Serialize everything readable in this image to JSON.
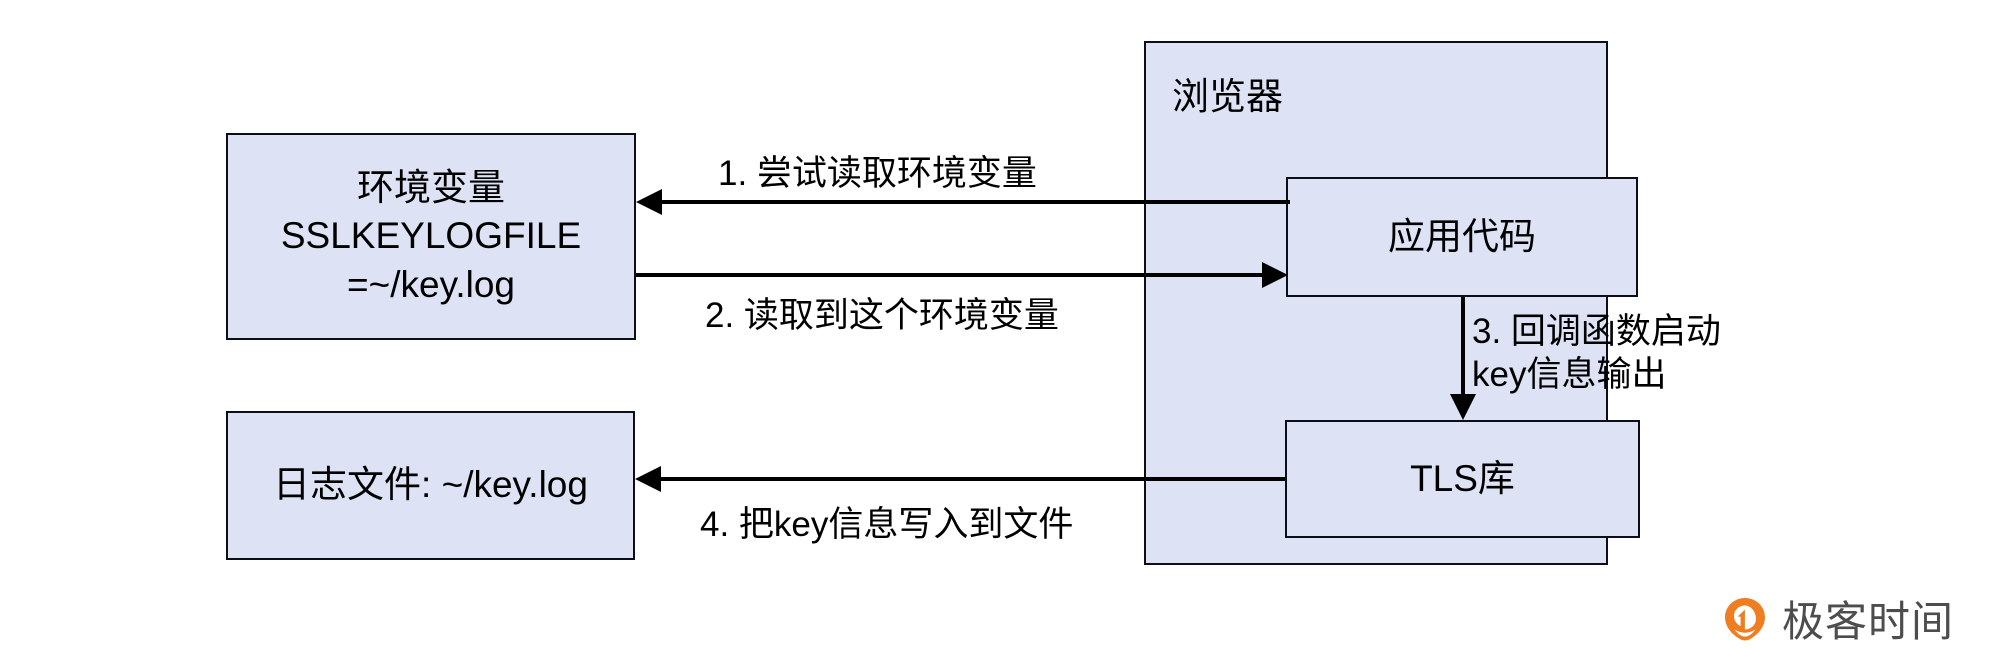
{
  "diagram": {
    "title": "SSLKEYLOGFILE TLS key logging flow",
    "colors": {
      "node_fill": "#dde3f5",
      "node_border": "#0d0d17",
      "connector": "#000000",
      "brand_orange": "#ef7d21",
      "brand_text": "#4d4d4d",
      "canvas": "#ffffff"
    },
    "nodes": [
      {
        "id": "env-var",
        "lines": [
          "环境变量",
          "SSLKEYLOGFILE",
          "=~/key.log"
        ]
      },
      {
        "id": "log-file",
        "lines": [
          "日志文件: ~/key.log"
        ]
      },
      {
        "id": "browser",
        "label": "浏览器"
      },
      {
        "id": "app-code",
        "label": "应用代码"
      },
      {
        "id": "tls-lib",
        "label": "TLS库"
      }
    ],
    "edges": [
      {
        "id": "edge-1",
        "label": "1. 尝试读取环境变量",
        "from": "app-code",
        "to": "env-var",
        "direction": "left"
      },
      {
        "id": "edge-2",
        "label": "2. 读取到这个环境变量",
        "from": "env-var",
        "to": "app-code",
        "direction": "right"
      },
      {
        "id": "edge-3",
        "label_line1": "3. 回调函数启动",
        "label_line2": "key信息输出",
        "from": "app-code",
        "to": "tls-lib",
        "direction": "down"
      },
      {
        "id": "edge-4",
        "label": "4. 把key信息写入到文件",
        "from": "tls-lib",
        "to": "log-file",
        "direction": "left"
      }
    ]
  },
  "brand": {
    "name": "极客时间",
    "mark": "geektime-logo-icon"
  }
}
